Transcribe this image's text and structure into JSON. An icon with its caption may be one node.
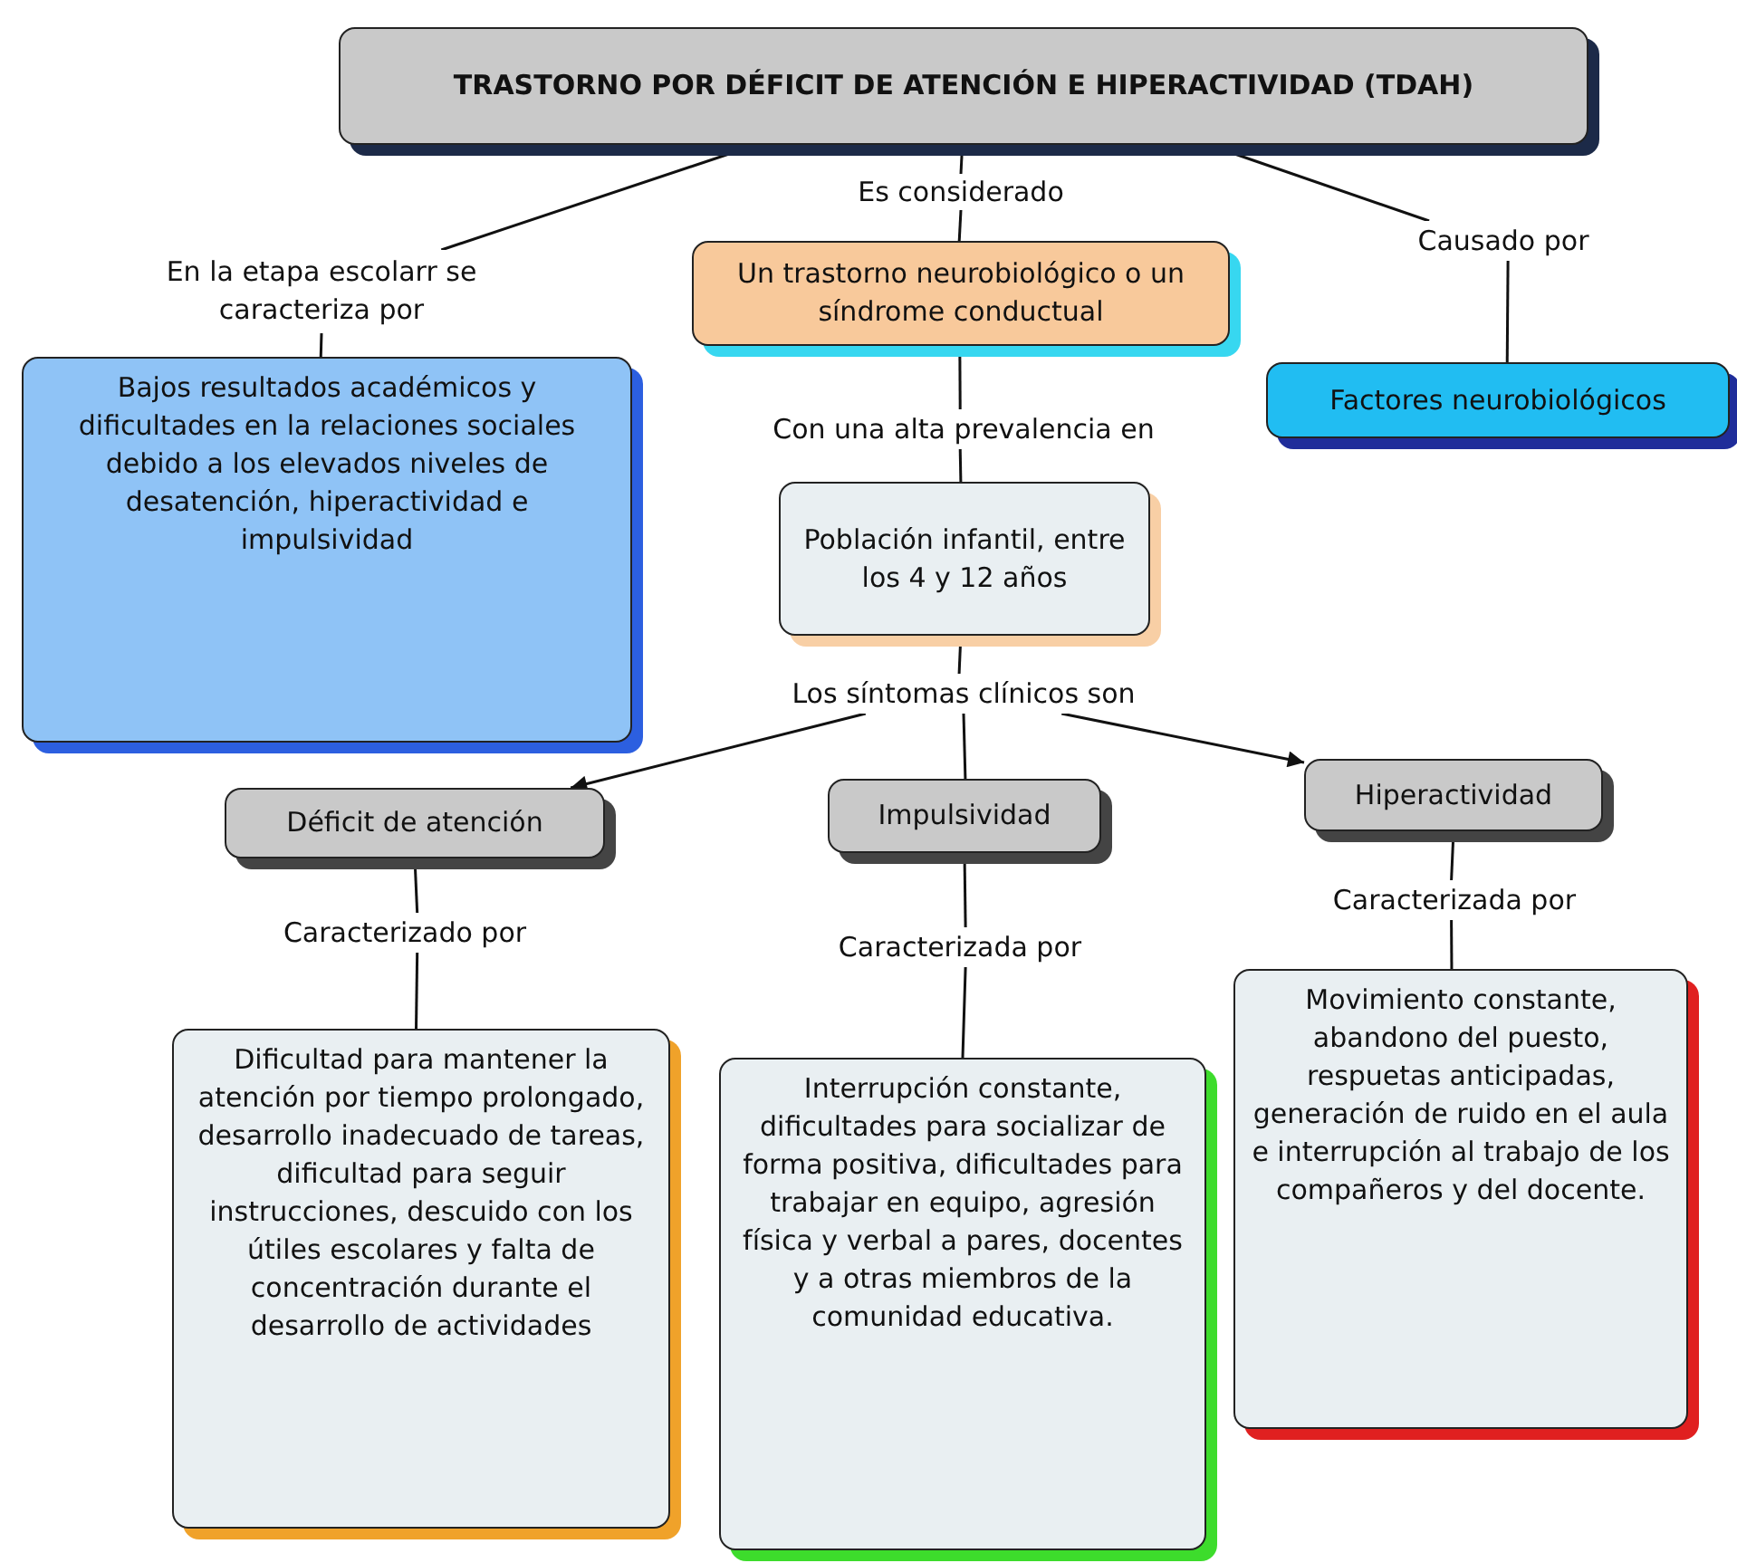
{
  "diagram": {
    "nodes": [
      {
        "text": [
          "TRASTORNO POR DÉFICIT DE ATENCIÓN E HIPERACTIVIDAD (TDAH)"
        ]
      },
      {
        "text": [
          "En la etapa escolarr se caracteriza por"
        ]
      },
      {
        "text": [
          "Es considerado"
        ]
      },
      {
        "text": [
          "Causado por"
        ]
      },
      {
        "text": [
          "Un trastorno neurobiológico o un síndrome conductual"
        ]
      },
      {
        "text": [
          "Factores neurobiológicos"
        ]
      },
      {
        "text": [
          "Bajos resultados académicos y dificultades en la relaciones sociales debido a los elevados niveles de desatención, hiperactividad e impulsividad"
        ]
      },
      {
        "text": [
          "Con una alta prevalencia en"
        ]
      },
      {
        "text": [
          "Población infantil, entre los 4 y 12 años"
        ]
      },
      {
        "text": [
          "Los síntomas clínicos son"
        ]
      },
      {
        "text": [
          "Déficit de atención"
        ]
      },
      {
        "text": [
          "Impulsividad"
        ]
      },
      {
        "text": [
          "Hiperactividad"
        ]
      },
      {
        "text": [
          "Caracterizado por"
        ]
      },
      {
        "text": [
          "Caracterizada por"
        ]
      },
      {
        "text": [
          "Caracterizada por"
        ]
      },
      {
        "text": [
          "Dificultad para mantener la atención por tiempo prolongado, desarrollo inadecuado de tareas, dificultad para seguir instrucciones, descuido con los útiles escolares y falta de concentración durante el desarrollo de actividades"
        ]
      },
      {
        "text": [
          "Interrupción constante, dificultades para socializar de forma positiva, dificultades para trabajar en equipo, agresión física y verbal a pares, docentes y a otras miembros de la comunidad educativa."
        ]
      },
      {
        "text": [
          "Movimiento constante, abandono del puesto, respuetas anticipadas, generación de ruido en el aula e interrupción al trabajo de los compañeros y del docente."
        ]
      }
    ],
    "edges": [
      {
        "from": 0,
        "to": 1,
        "arrow": "none"
      },
      {
        "from": 1,
        "to": 6,
        "arrow": "none"
      },
      {
        "from": 0,
        "to": 2,
        "arrow": "none"
      },
      {
        "from": 2,
        "to": 4,
        "arrow": "none"
      },
      {
        "from": 0,
        "to": 3,
        "arrow": "none"
      },
      {
        "from": 3,
        "to": 5,
        "arrow": "none"
      },
      {
        "from": 4,
        "to": 7,
        "arrow": "none"
      },
      {
        "from": 7,
        "to": 8,
        "arrow": "none"
      },
      {
        "from": 8,
        "to": 9,
        "arrow": "none"
      },
      {
        "from": 9,
        "to": 10,
        "arrow": "to"
      },
      {
        "from": 9,
        "to": 11,
        "arrow": "none"
      },
      {
        "from": 9,
        "to": 12,
        "arrow": "to"
      },
      {
        "from": 10,
        "to": 13,
        "arrow": "none"
      },
      {
        "from": 13,
        "to": 16,
        "arrow": "none"
      },
      {
        "from": 11,
        "to": 14,
        "arrow": "none"
      },
      {
        "from": 14,
        "to": 17,
        "arrow": "none"
      },
      {
        "from": 12,
        "to": 15,
        "arrow": "none"
      },
      {
        "from": 15,
        "to": 18,
        "arrow": "none"
      }
    ]
  }
}
